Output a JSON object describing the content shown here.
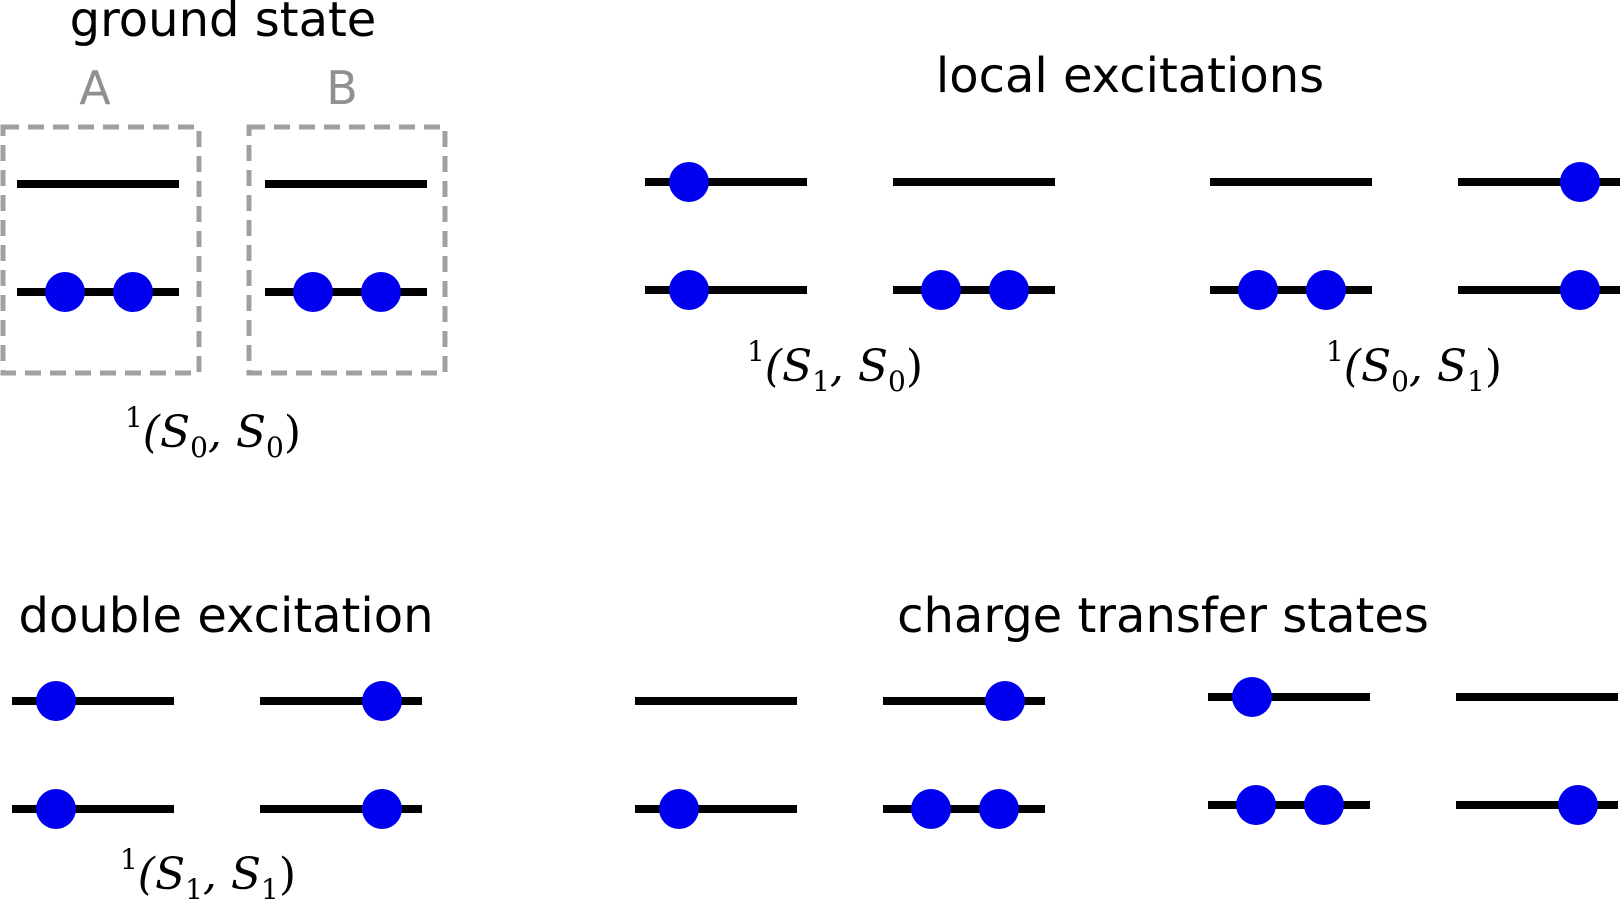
{
  "colors": {
    "level": "#000000",
    "electron": "#0000ee",
    "box": "#a0a0a0",
    "box_label": "#909090",
    "background": "#ffffff"
  },
  "titles": {
    "ground_state": "ground state",
    "local_excitations": "local excitations",
    "double_excitation": "double excitation",
    "charge_transfer_states": "charge transfer states"
  },
  "monomer_labels": {
    "a": "A",
    "b": "B"
  },
  "state_labels": {
    "ground_state": {
      "superscript": "1",
      "body": "(S",
      "sub1": "0",
      "mid": ", S",
      "sub2": "0",
      "end": ")"
    },
    "local_s1_s0": {
      "superscript": "1",
      "body": "(S",
      "sub1": "1",
      "mid": ", S",
      "sub2": "0",
      "end": ")"
    },
    "local_s0_s1": {
      "superscript": "1",
      "body": "(S",
      "sub1": "0",
      "mid": ", S",
      "sub2": "1",
      "end": ")"
    },
    "double_s1_s1": {
      "superscript": "1",
      "body": "(S",
      "sub1": "1",
      "mid": ", S",
      "sub2": "1",
      "end": ")"
    }
  },
  "configurations": {
    "ground_state": {
      "upper": [
        0,
        0
      ],
      "lower": [
        2,
        2
      ]
    },
    "local_s1_s0": {
      "upper": [
        1,
        0
      ],
      "lower": [
        1,
        2
      ]
    },
    "local_s0_s1": {
      "upper": [
        0,
        1
      ],
      "lower": [
        2,
        1
      ]
    },
    "double_s1_s1": {
      "upper": [
        1,
        1
      ],
      "lower": [
        1,
        1
      ]
    },
    "charge_transfer_1": {
      "upper": [
        0,
        1
      ],
      "lower": [
        1,
        2
      ]
    },
    "charge_transfer_2": {
      "upper": [
        1,
        0
      ],
      "lower": [
        2,
        1
      ]
    }
  }
}
